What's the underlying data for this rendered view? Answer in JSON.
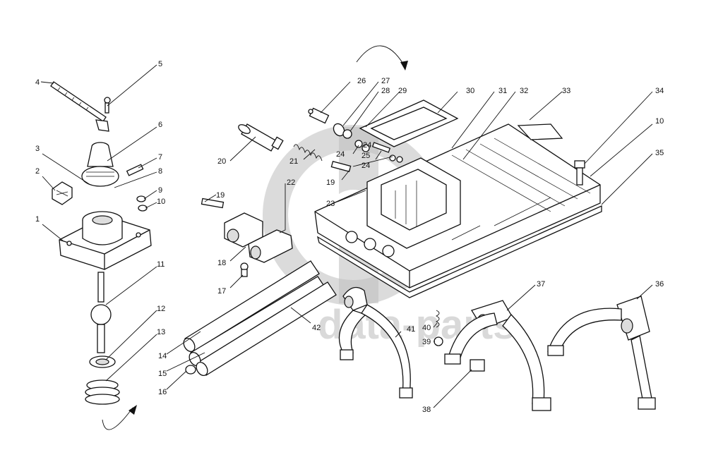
{
  "diagram": {
    "watermark": "data-parts",
    "labels": [
      "1",
      "2",
      "3",
      "4",
      "5",
      "6",
      "7",
      "8",
      "9",
      "10",
      "11",
      "12",
      "13",
      "14",
      "15",
      "16",
      "17",
      "18",
      "19",
      "19",
      "20",
      "21",
      "22",
      "23",
      "24",
      "24",
      "24",
      "25",
      "26",
      "27",
      "28",
      "29",
      "30",
      "31",
      "32",
      "33",
      "34",
      "10",
      "35",
      "36",
      "37",
      "38",
      "39",
      "40",
      "41",
      "42"
    ]
  }
}
